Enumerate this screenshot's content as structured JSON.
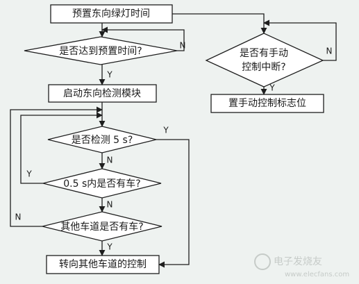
{
  "nodes": {
    "preset_green": "预置东向绿灯时间",
    "reached_preset": "是否达到预置时间?",
    "start_detect": "启动东向检测模块",
    "detect_5s": "是否检测 5 s?",
    "car_in_05s": "0.5 s内是否有车?",
    "other_lane_car": "其他车道是否有车?",
    "turn_other_lane": "转向其他车道的控制",
    "manual_interrupt_line1": "是否有手动",
    "manual_interrupt_line2": "控制中断?",
    "set_manual_flag": "置手动控制标志位"
  },
  "labels": {
    "yes": "Y",
    "no": "N"
  },
  "watermark": {
    "brand": "电子发烧友",
    "url": "www.elecfans.com"
  }
}
